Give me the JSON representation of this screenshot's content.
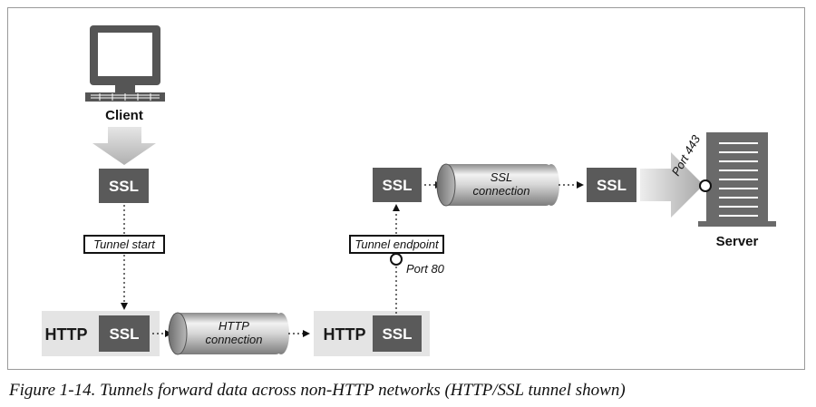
{
  "labels": {
    "client": "Client",
    "server": "Server",
    "ssl": "SSL",
    "http": "HTTP",
    "tunnel_start": "Tunnel start",
    "tunnel_endpoint": "Tunnel endpoint",
    "port_80": "Port 80",
    "port_443": "Port 443",
    "http_connection_line1": "HTTP",
    "http_connection_line2": "connection",
    "ssl_connection_line1": "SSL",
    "ssl_connection_line2": "connection"
  },
  "caption": "Figure 1-14. Tunnels forward data across non-HTTP networks (HTTP/SSL tunnel shown)",
  "colors": {
    "ssl_box": "#5a5a5a",
    "http_panel": "#e4e4e4",
    "arrow_gray": "#c8c8c8",
    "frame_border": "#9a9a9a"
  }
}
